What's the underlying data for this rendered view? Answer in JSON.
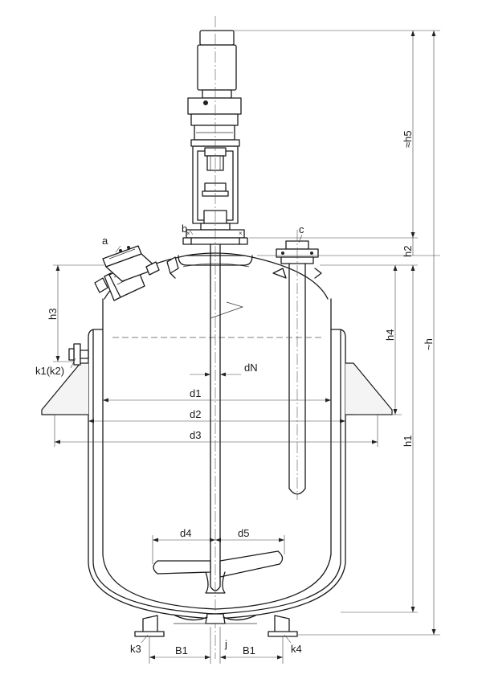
{
  "labels": {
    "a": "a",
    "b": "b",
    "c": "c",
    "h5": "≈h5",
    "h2": "h2",
    "h": "~h",
    "h3": "h3",
    "h4": "h4",
    "h1": "h1",
    "k1": "k1(k2)",
    "dN": "dN",
    "d1": "d1",
    "d2": "d2",
    "d3": "d3",
    "d4": "d4",
    "d5": "d5",
    "k3": "k3",
    "k4": "k4",
    "B1_left": "B1",
    "B1_right": "B1",
    "j": "j"
  }
}
